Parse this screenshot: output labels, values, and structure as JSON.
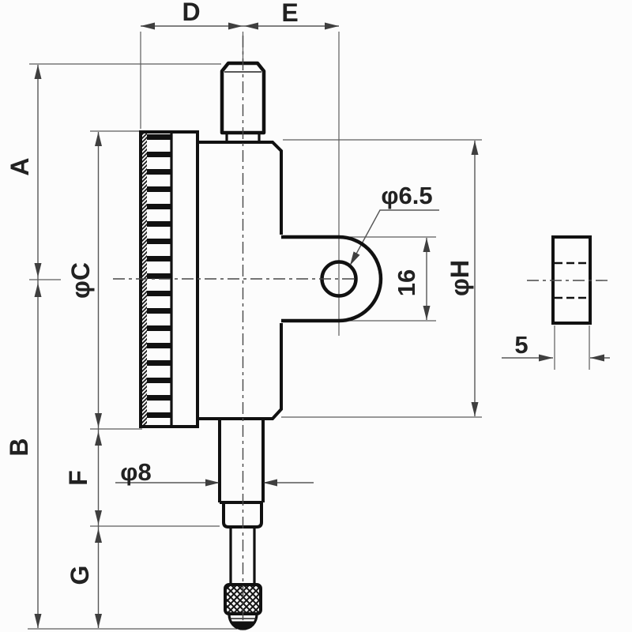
{
  "meta": {
    "type": "technical-dimension-drawing",
    "subject": "dial indicator outline drawing (front view with lug plate side view)"
  },
  "colors": {
    "background": "#fcfcfc",
    "part_outline": "#111111",
    "dimension_lines": "#565656",
    "label_text": "#222222"
  },
  "labels": {
    "top_left_width": "D",
    "top_right_width": "E",
    "upper_height": "A",
    "overall_height": "B",
    "bezel_diameter": "φC",
    "stem_length": "F",
    "point_length": "G",
    "body_diameter": "φH",
    "lug_hole_diameter": "φ6.5",
    "lug_width": "16",
    "lug_thickness": "5",
    "stem_diameter": "φ8"
  }
}
